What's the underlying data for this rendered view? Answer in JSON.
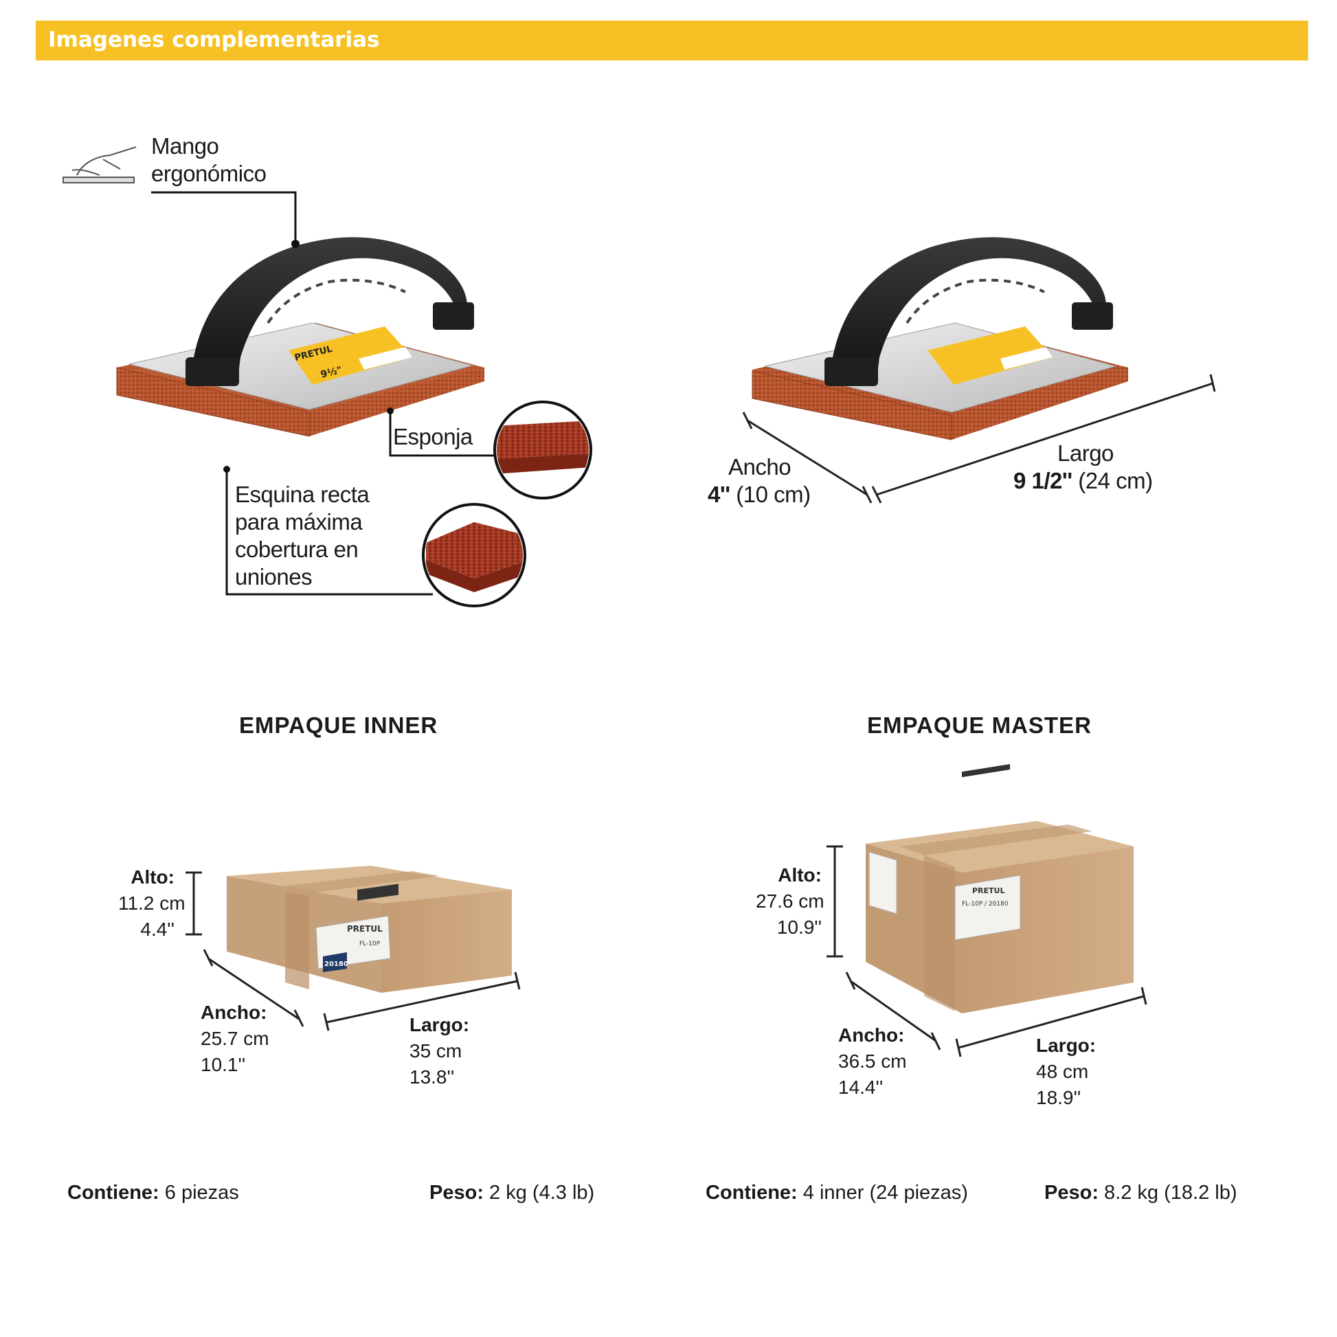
{
  "header": {
    "title": "Imagenes complementarias"
  },
  "product_callouts": {
    "handle": [
      "Mango",
      "ergonómico"
    ],
    "sponge": "Esponja",
    "corner": [
      "Esquina recta",
      "para máxima",
      "cobertura en",
      "uniones"
    ]
  },
  "dimensions": {
    "width": {
      "label": "Ancho",
      "value_bold": "4''",
      "value_rest": " (10 cm)"
    },
    "length": {
      "label": "Largo",
      "value_bold": "9 1/2''",
      "value_rest": " (24 cm)"
    }
  },
  "product_label": {
    "brand": "PRETUL",
    "size": "9½\""
  },
  "inner": {
    "title": "EMPAQUE INNER",
    "alto": {
      "label": "Alto:",
      "cm": "11.2 cm",
      "in": "4.4''"
    },
    "ancho": {
      "label": "Ancho:",
      "cm": "25.7 cm",
      "in": "10.1''"
    },
    "largo": {
      "label": "Largo:",
      "cm": "35 cm",
      "in": "13.8''"
    },
    "contiene": {
      "label": "Contiene:",
      "value": " 6 piezas"
    },
    "peso": {
      "label": "Peso:",
      "value": " 2 kg (4.3 lb)"
    },
    "box_label": {
      "brand": "PRETUL",
      "code": "FL-10P",
      "number": "20180"
    }
  },
  "master": {
    "title": "EMPAQUE MASTER",
    "alto": {
      "label": "Alto:",
      "cm": "27.6 cm",
      "in": "10.9''"
    },
    "ancho": {
      "label": "Ancho:",
      "cm": "36.5 cm",
      "in": "14.4''"
    },
    "largo": {
      "label": "Largo:",
      "cm": "48 cm",
      "in": "18.9''"
    },
    "contiene": {
      "label": "Contiene:",
      "value": " 4 inner (24 piezas)"
    },
    "peso": {
      "label": "Peso:",
      "value": " 8.2 kg (18.2 lb)"
    },
    "box_label": {
      "brand": "PRETUL",
      "code": "FL-10P / 20180"
    }
  },
  "colors": {
    "accent": "#f7c126",
    "sponge": "#b9562f",
    "cardboard": "#c8a27a",
    "handle": "#1c1c1c"
  }
}
